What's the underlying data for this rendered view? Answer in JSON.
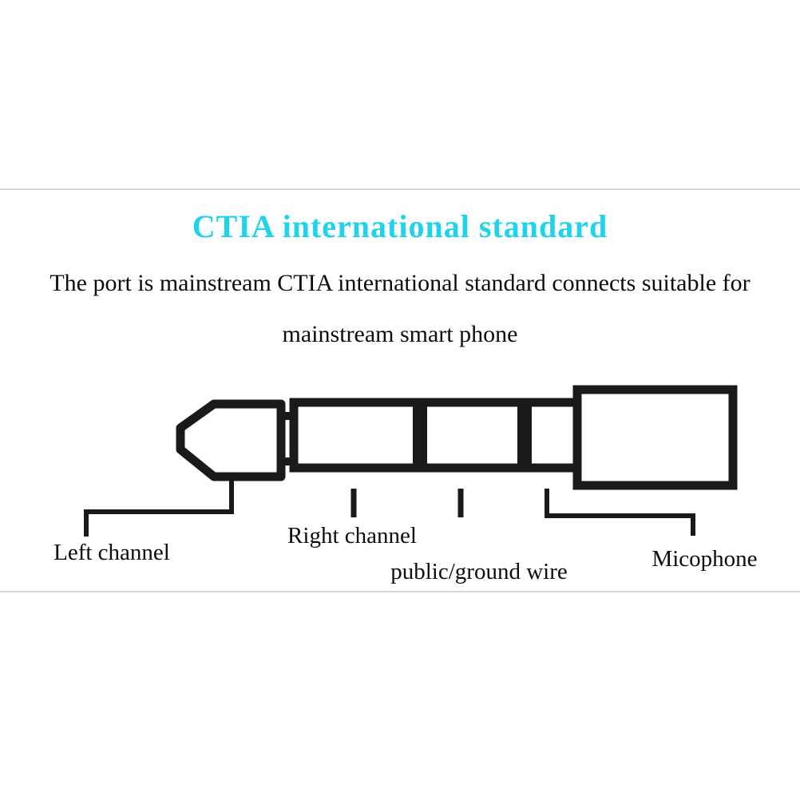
{
  "title": "CTIA international standard",
  "colors": {
    "title": "#1fd4ea",
    "ink": "#1a1a1a"
  },
  "description": {
    "line1": "The port is mainstream CTIA international standard connects suitable for",
    "line2": "mainstream smart phone"
  },
  "pin_labels": {
    "left_channel": "Left channel",
    "right_channel": "Right channel",
    "ground": "public/ground wire",
    "microphone": "Micophone"
  }
}
